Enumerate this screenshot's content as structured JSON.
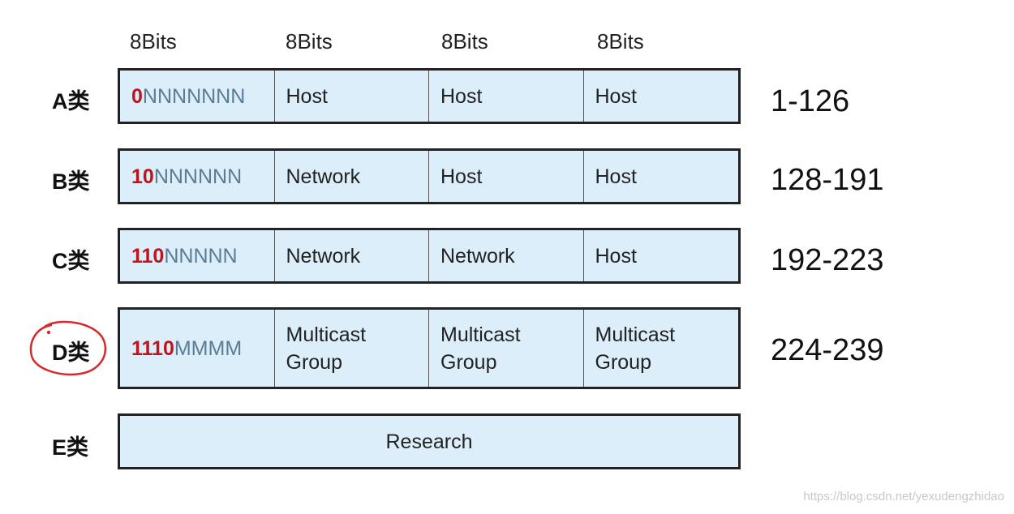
{
  "bits_headers": [
    "8Bits",
    "8Bits",
    "8Bits",
    "8Bits"
  ],
  "classes": [
    {
      "label": "A类",
      "cells": [
        {
          "prefix": "0",
          "rest": "NNNNNNN"
        },
        {
          "text": "Host"
        },
        {
          "text": "Host"
        },
        {
          "text": "Host"
        }
      ],
      "range": "1-126"
    },
    {
      "label": "B类",
      "cells": [
        {
          "prefix": "10",
          "rest": "NNNNNN"
        },
        {
          "text": "Network"
        },
        {
          "text": "Host"
        },
        {
          "text": "Host"
        }
      ],
      "range": "128-191"
    },
    {
      "label": "C类",
      "cells": [
        {
          "prefix": "110",
          "rest": "NNNNN"
        },
        {
          "text": "Network"
        },
        {
          "text": "Network"
        },
        {
          "text": "Host"
        }
      ],
      "range": "192-223"
    },
    {
      "label": "D类",
      "cells": [
        {
          "prefix": "1110",
          "rest": "MMMM"
        },
        {
          "line1": "Multicast",
          "line2": "Group"
        },
        {
          "line1": "Multicast",
          "line2": "Group"
        },
        {
          "line1": "Multicast",
          "line2": "Group"
        }
      ],
      "range": "224-239",
      "circled": true
    },
    {
      "label": "E类",
      "research": "Research"
    }
  ],
  "watermark": "https://blog.csdn.net/yexudengzhidao",
  "colors": {
    "cell_fill": "#dbeefa",
    "prefix_red": "#c0141c",
    "rest_grey_blue": "#5a7d95",
    "circle_red": "#d42a2a"
  }
}
